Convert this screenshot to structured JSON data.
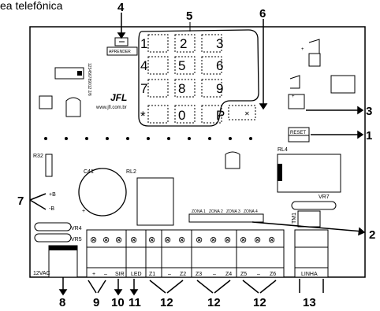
{
  "top_caption": "ea telefônica",
  "keypad_keys": [
    "1",
    "2",
    "3",
    "4",
    "5",
    "6",
    "7",
    "8",
    "9",
    "*",
    "0",
    "P"
  ],
  "keypad_extra": "✕",
  "aprender_label": "APRENDER",
  "serial_text": "123456789012 2/8",
  "site_text": "www.jfl.com.br",
  "logo_text": "JFL",
  "reset_label": "RESET",
  "components": {
    "r32": "R32",
    "rl2": "RL2",
    "rl4": "RL4",
    "c41": "C41",
    "vr4": "VR4",
    "vr5": "VR5",
    "vr7": "VR7",
    "tm1": "TM1",
    "plus": "+",
    "plus_b": "+B",
    "minus_b": "-B"
  },
  "zonas": [
    "ZONA 1",
    "ZONA 2",
    "ZONA 3",
    "ZONA 4"
  ],
  "power_label": "12VAC",
  "terminal_labels": [
    "+",
    "–",
    "SIR",
    "LED",
    "Z1",
    "–",
    "Z2",
    "Z3",
    "–",
    "Z4",
    "Z5",
    "–",
    "Z6"
  ],
  "linha_label": "LINHA",
  "callouts": [
    "1",
    "2",
    "3",
    "4",
    "5",
    "6",
    "7",
    "8",
    "9",
    "10",
    "11",
    "12",
    "12",
    "12",
    "13"
  ]
}
